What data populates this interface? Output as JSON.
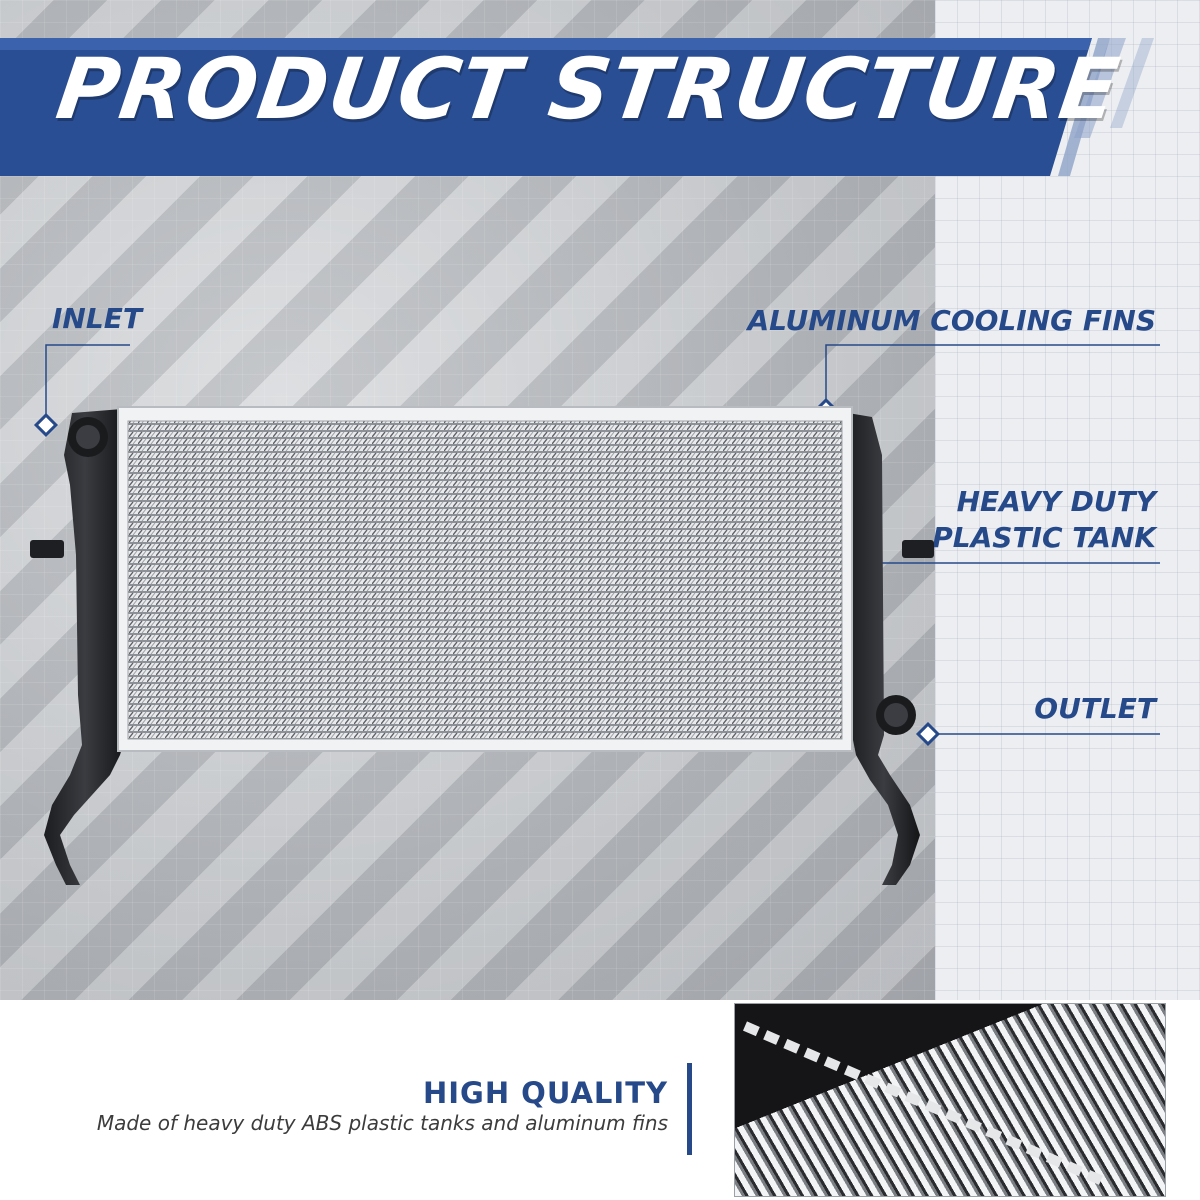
{
  "header": {
    "title": "PRODUCT STRUCTURE"
  },
  "callouts": {
    "inlet": "INLET",
    "fins": "ALUMINUM COOLING FINS",
    "tank_line1": "HEAVY DUTY",
    "tank_line2": "PLASTIC TANK",
    "outlet": "OUTLET"
  },
  "feature": {
    "title": "HIGH QUALITY",
    "description": "Made of heavy duty ABS plastic tanks and aluminum fins"
  },
  "colors": {
    "brand_blue": "#26498a",
    "banner_blue": "#2a4e93",
    "text_gray": "#3c3c3c"
  },
  "icons": [
    "diamond-marker-icon",
    "radiator-image",
    "fin-closeup-image"
  ]
}
